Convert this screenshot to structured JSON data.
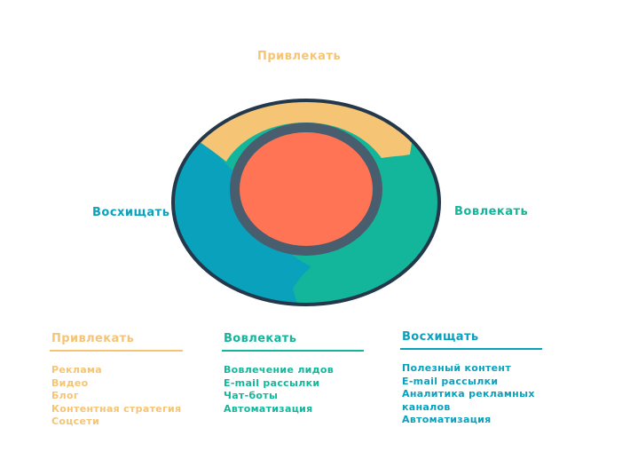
{
  "colors": {
    "attract": "#f5c475",
    "engage": "#14b69b",
    "delight": "#0aa1bd",
    "core": "#fe7455",
    "ring": "#485d6e",
    "outline": "#23384a"
  },
  "stages": {
    "attract": "Привлекать",
    "engage": "Вовлекать",
    "delight": "Восхищать"
  },
  "columns": [
    {
      "title": "Привлекать",
      "items": [
        "Реклама",
        "Видео",
        "Блог",
        "Контентная стратегия",
        "Соцсети"
      ]
    },
    {
      "title": "Вовлекать",
      "items": [
        "Вовлечение лидов",
        "E-mail рассылки",
        "Чат-боты",
        "Автоматизация"
      ]
    },
    {
      "title": "Восхищать",
      "items": [
        "Полезный контент",
        "E-mail рассылки",
        "Аналитика рекламных",
        "каналов",
        "Автоматизация"
      ]
    }
  ]
}
